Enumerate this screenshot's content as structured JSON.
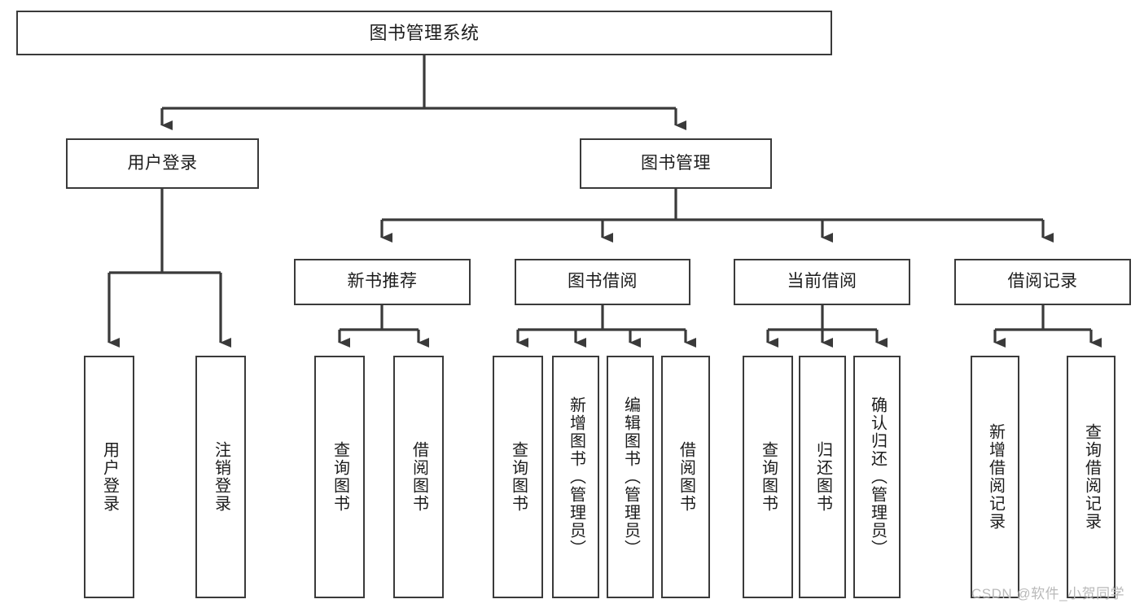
{
  "diagram": {
    "title": "图书管理系统",
    "type": "tree",
    "orientation": "top-down",
    "colors": {
      "box_border": "#3a3a3a",
      "box_fill": "#ffffff",
      "connector": "#3a3a3a",
      "text": "#1c1c1c",
      "watermark": "#b9b9b9",
      "background": "#ffffff"
    },
    "root": {
      "id": "root",
      "label": "图书管理系统",
      "orientation": "horizontal"
    },
    "level1": [
      {
        "id": "user-login",
        "label": "用户登录",
        "orientation": "horizontal"
      },
      {
        "id": "book-management",
        "label": "图书管理",
        "orientation": "horizontal"
      }
    ],
    "level2": [
      {
        "id": "new-book-recommend",
        "label": "新书推荐",
        "parent": "book-management",
        "orientation": "horizontal"
      },
      {
        "id": "book-borrow",
        "label": "图书借阅",
        "parent": "book-management",
        "orientation": "horizontal"
      },
      {
        "id": "current-borrow",
        "label": "当前借阅",
        "parent": "book-management",
        "orientation": "horizontal"
      },
      {
        "id": "borrow-record",
        "label": "借阅记录",
        "parent": "book-management",
        "orientation": "horizontal"
      }
    ],
    "leaves": [
      {
        "id": "leaf-user-login",
        "label": "用户登录",
        "parent": "user-login",
        "orientation": "vertical"
      },
      {
        "id": "leaf-user-logout",
        "label": "注销登录",
        "parent": "user-login",
        "orientation": "vertical"
      },
      {
        "id": "leaf-query-book-1",
        "label": "查询图书",
        "parent": "new-book-recommend",
        "orientation": "vertical"
      },
      {
        "id": "leaf-borrow-book-1",
        "label": "借阅图书",
        "parent": "new-book-recommend",
        "orientation": "vertical"
      },
      {
        "id": "leaf-query-book-2",
        "label": "查询图书",
        "parent": "book-borrow",
        "orientation": "vertical"
      },
      {
        "id": "leaf-add-book",
        "label": "新增图书（管理员）",
        "parent": "book-borrow",
        "orientation": "vertical"
      },
      {
        "id": "leaf-edit-book",
        "label": "编辑图书（管理员）",
        "parent": "book-borrow",
        "orientation": "vertical"
      },
      {
        "id": "leaf-borrow-book-2",
        "label": "借阅图书",
        "parent": "book-borrow",
        "orientation": "vertical"
      },
      {
        "id": "leaf-query-book-3",
        "label": "查询图书",
        "parent": "current-borrow",
        "orientation": "vertical"
      },
      {
        "id": "leaf-return-book",
        "label": "归还图书",
        "parent": "current-borrow",
        "orientation": "vertical"
      },
      {
        "id": "leaf-confirm-return",
        "label": "确认归还（管理员）",
        "parent": "current-borrow",
        "orientation": "vertical"
      },
      {
        "id": "leaf-add-record",
        "label": "新增借阅记录",
        "parent": "borrow-record",
        "orientation": "vertical"
      },
      {
        "id": "leaf-query-record",
        "label": "查询借阅记录",
        "parent": "borrow-record",
        "orientation": "vertical"
      }
    ]
  },
  "watermark": {
    "text": "CSDN @软件_小贺同学"
  }
}
